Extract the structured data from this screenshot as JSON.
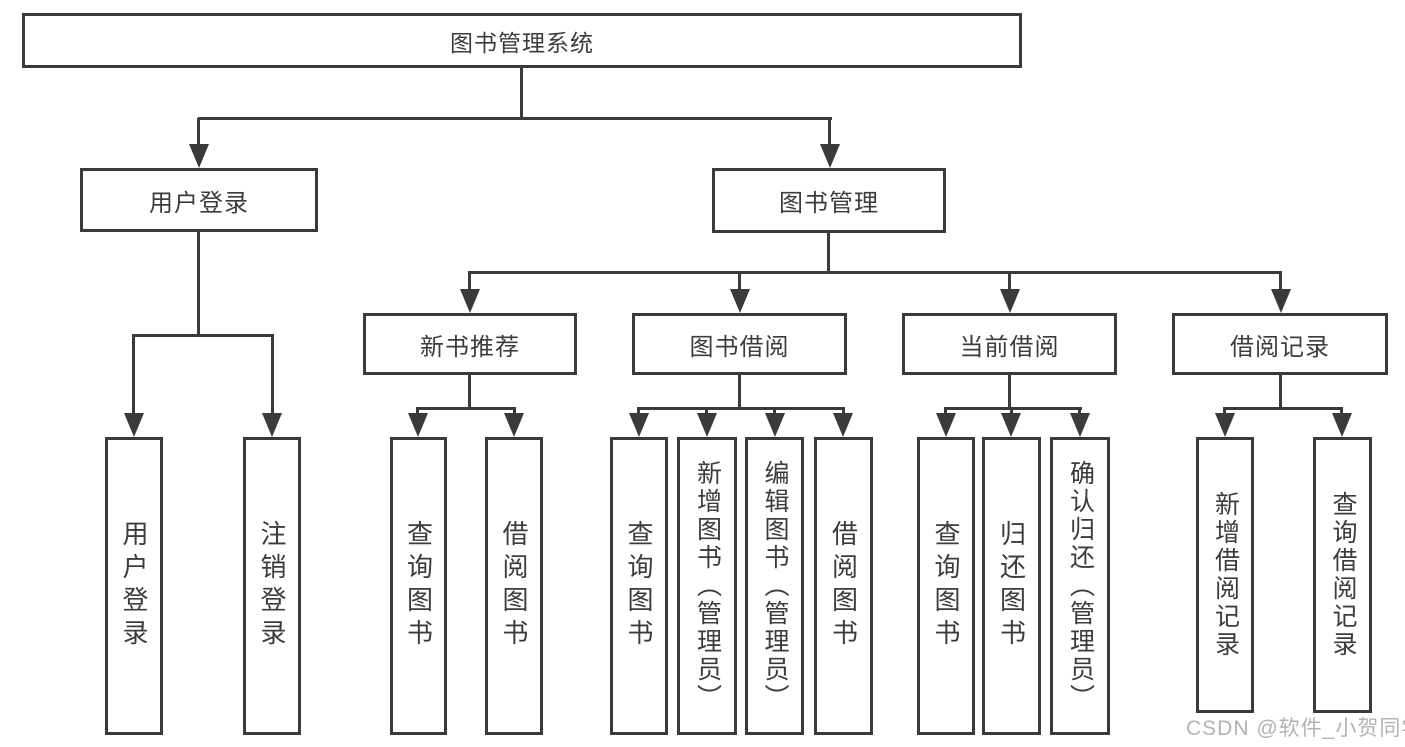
{
  "diagram": {
    "title": "图书管理系统",
    "level2": {
      "user_login": "用户登录",
      "book_mgmt": "图书管理"
    },
    "level3": {
      "new_books": "新书推荐",
      "book_borrow": "图书借阅",
      "current_borrow": "当前借阅",
      "borrow_records": "借阅记录"
    },
    "leaves": {
      "login": "用户登录",
      "logout": "注销登录",
      "nb_query": "查询图书",
      "nb_borrow": "借阅图书",
      "bb_query": "查询图书",
      "bb_add": "新增图书（管理员）",
      "bb_edit": "编辑图书（管理员）",
      "bb_borrow": "借阅图书",
      "cb_query": "查询图书",
      "cb_return": "归还图书",
      "cb_confirm": "确认归还（管理员）",
      "br_add": "新增借阅记录",
      "br_query": "查询借阅记录"
    }
  },
  "colors": {
    "line": "#3a3a3a",
    "text": "#3c3c3c",
    "watermark": "#b3b3b3"
  },
  "watermark": "CSDN @软件_小贺同学"
}
